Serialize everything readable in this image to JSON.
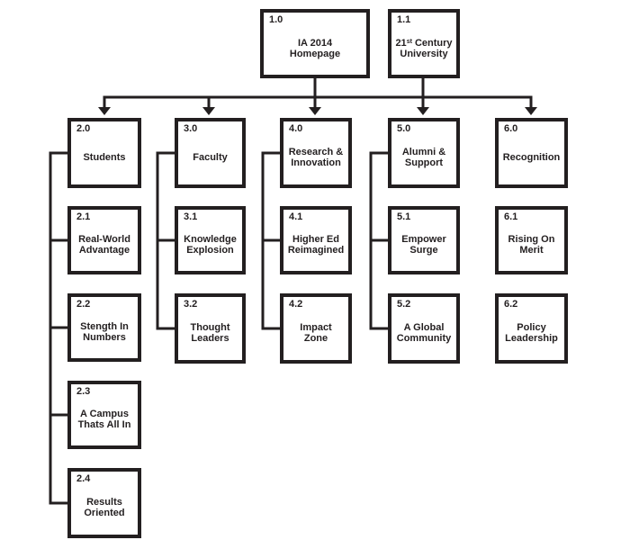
{
  "nodes": {
    "n1_0": {
      "num": "1.0",
      "label": "IA 2014\nHomepage"
    },
    "n1_1": {
      "num": "1.1",
      "label_pre": "21",
      "label_sup": "st",
      "label_post": " Century\nUniversity"
    },
    "n2_0": {
      "num": "2.0",
      "label": "Students"
    },
    "n2_1": {
      "num": "2.1",
      "label": "Real-World\nAdvantage"
    },
    "n2_2": {
      "num": "2.2",
      "label": "Stength In\nNumbers"
    },
    "n2_3": {
      "num": "2.3",
      "label": "A Campus\nThats All In"
    },
    "n2_4": {
      "num": "2.4",
      "label": "Results\nOriented"
    },
    "n3_0": {
      "num": "3.0",
      "label": "Faculty"
    },
    "n3_1": {
      "num": "3.1",
      "label": "Knowledge\nExplosion"
    },
    "n3_2": {
      "num": "3.2",
      "label": "Thought\nLeaders"
    },
    "n4_0": {
      "num": "4.0",
      "label": "Research &\nInnovation"
    },
    "n4_1": {
      "num": "4.1",
      "label": "Higher Ed\nReimagined"
    },
    "n4_2": {
      "num": "4.2",
      "label": "Impact\nZone"
    },
    "n5_0": {
      "num": "5.0",
      "label": "Alumni &\nSupport"
    },
    "n5_1": {
      "num": "5.1",
      "label": "Empower\nSurge"
    },
    "n5_2": {
      "num": "5.2",
      "label": "A Global\nCommunity"
    },
    "n6_0": {
      "num": "6.0",
      "label": "Recognition"
    },
    "n6_1": {
      "num": "6.1",
      "label": "Rising On\nMerit"
    },
    "n6_2": {
      "num": "6.2",
      "label": "Policy\nLeadership"
    }
  }
}
